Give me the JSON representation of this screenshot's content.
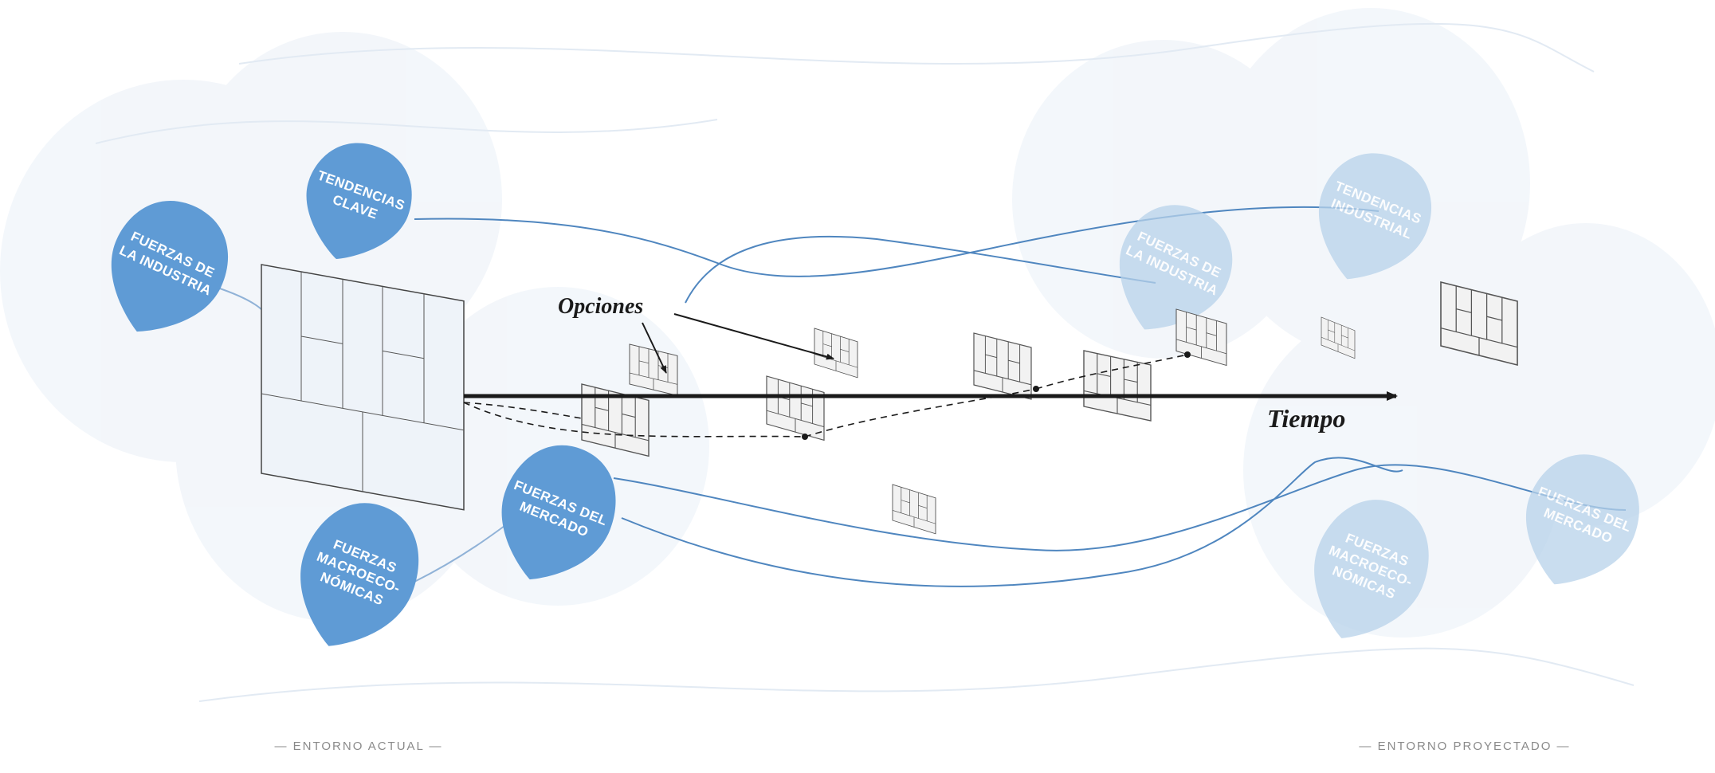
{
  "colors": {
    "force_blue": "#5f9bd5",
    "force_blue_faded": "#b7d2ea",
    "line_blue": "#4f86bf",
    "halo": "#eef3f9",
    "arrow": "#1a1a1a"
  },
  "current_forces": {
    "industry": [
      "FUERZAS DE",
      "LA INDUSTRIA"
    ],
    "key_trends": [
      "TENDENCIAS",
      "CLAVE"
    ],
    "macroeconomic": [
      "FUERZAS",
      "MACROECO-",
      "NÓMICAS"
    ],
    "market": [
      "FUERZAS DEL",
      "MERCADO"
    ]
  },
  "projected_forces": {
    "industry": [
      "FUERZAS DE",
      "LA INDUSTRIA"
    ],
    "key_trends": [
      "TENDENCIAS",
      "INDUSTRIAL"
    ],
    "macroeconomic": [
      "FUERZAS",
      "MACROECO-",
      "NÓMICAS"
    ],
    "market": [
      "FUERZAS DEL",
      "MERCADO"
    ]
  },
  "annotations": {
    "options": "Opciones",
    "time": "Tiempo"
  },
  "environments": {
    "current": "— ENTORNO ACTUAL —",
    "projected": "— ENTORNO PROYECTADO —"
  }
}
